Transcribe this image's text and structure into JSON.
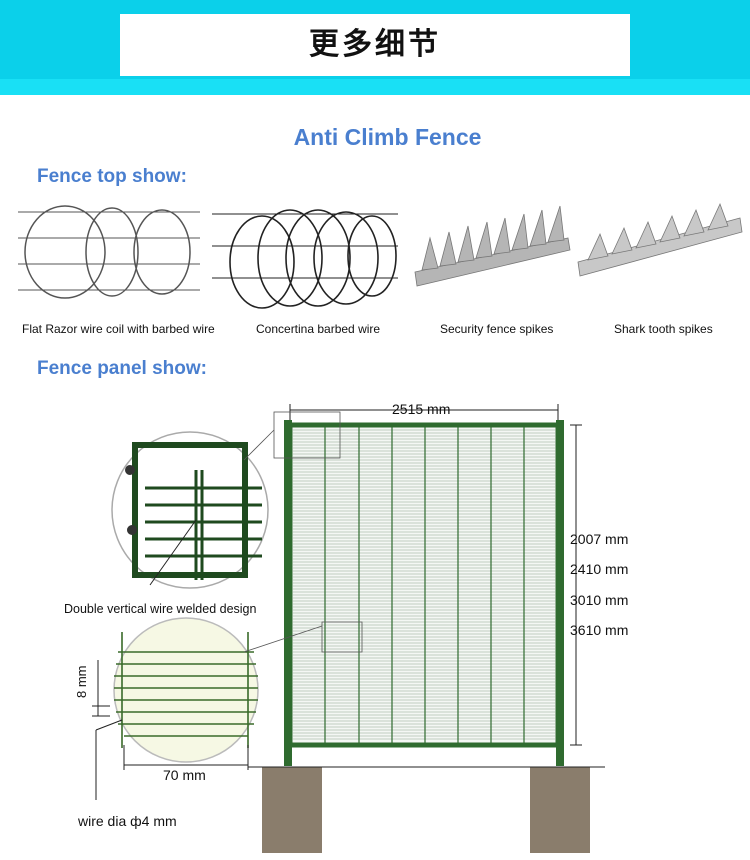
{
  "banner": {
    "title": "更多细节"
  },
  "main_title": "Anti Climb Fence",
  "sections": {
    "top_show": "Fence top show:",
    "panel_show": "Fence panel show:"
  },
  "top_items": [
    "Flat Razor wire coil with barbed wire",
    "Concertina barbed wire",
    "Security fence spikes",
    "Shark tooth spikes"
  ],
  "panel": {
    "width_label": "2515 mm",
    "heights": [
      "2007 mm",
      "2410 mm",
      "3010 mm",
      "3610 mm"
    ],
    "detail_note": "Double vertical wire welded design",
    "spacing_vertical": "8 mm",
    "spacing_horizontal": "70 mm",
    "wire_dia": "wire dia ф4 mm"
  },
  "colors": {
    "banner": "#0bd0ea",
    "heading": "#4a7fcf",
    "frame": "#2f6b2f",
    "post_base": "#8a7d6c"
  }
}
